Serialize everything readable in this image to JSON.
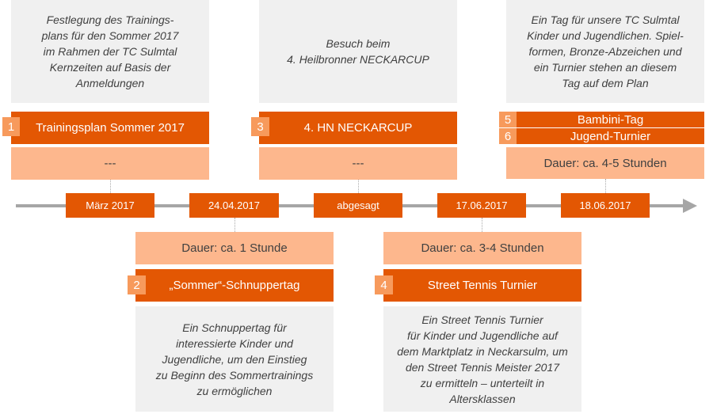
{
  "events": [
    {
      "number": "1",
      "title": "Trainingsplan Sommer 2017",
      "date": "März 2017",
      "info": "---",
      "description": "Festlegung des Trainings-\nplans für den Sommer 2017\nim Rahmen der TC Sulmtal\nKernzeiten auf Basis der\nAnmeldungen"
    },
    {
      "number": "2",
      "title": "„Sommer“-Schnuppertag",
      "date": "24.04.2017",
      "info": "Dauer: ca. 1 Stunde",
      "description": "Ein Schnuppertag für\ninteressierte Kinder und\nJugendliche, um den Einstieg\nzu Beginn des Sommertrainings\nzu ermöglichen"
    },
    {
      "number": "3",
      "title": "4. HN NECKARCUP",
      "date": "abgesagt",
      "info": "---",
      "description": "Besuch beim\n4. Heilbronner NECKARCUP"
    },
    {
      "number": "4",
      "title": "Street Tennis Turnier",
      "date": "17.06.2017",
      "info": "Dauer: ca. 3-4 Stunden",
      "description": "Ein Street Tennis Turnier\nfür Kinder und Jugendliche auf\ndem Marktplatz in Neckarsulm, um\nden Street Tennis Meister 2017\nzu ermitteln – unterteilt in\nAltersklassen"
    },
    {
      "number": "5",
      "title": "Bambini-Tag",
      "number2": "6",
      "title2": "Jugend-Turnier",
      "date": "18.06.2017",
      "info": "Dauer: ca. 4-5 Stunden",
      "description": "Ein Tag für unsere TC Sulmtal\nKinder und Jugendlichen. Spiel-\nformen, Bronze-Abzeichen und\nein Turnier stehen an diesem\nTag auf dem Plan"
    }
  ],
  "colors": {
    "dark": "#e35703",
    "light": "#fdb78d",
    "badge": "#f79a5c",
    "gray": "#f0f0f0"
  }
}
